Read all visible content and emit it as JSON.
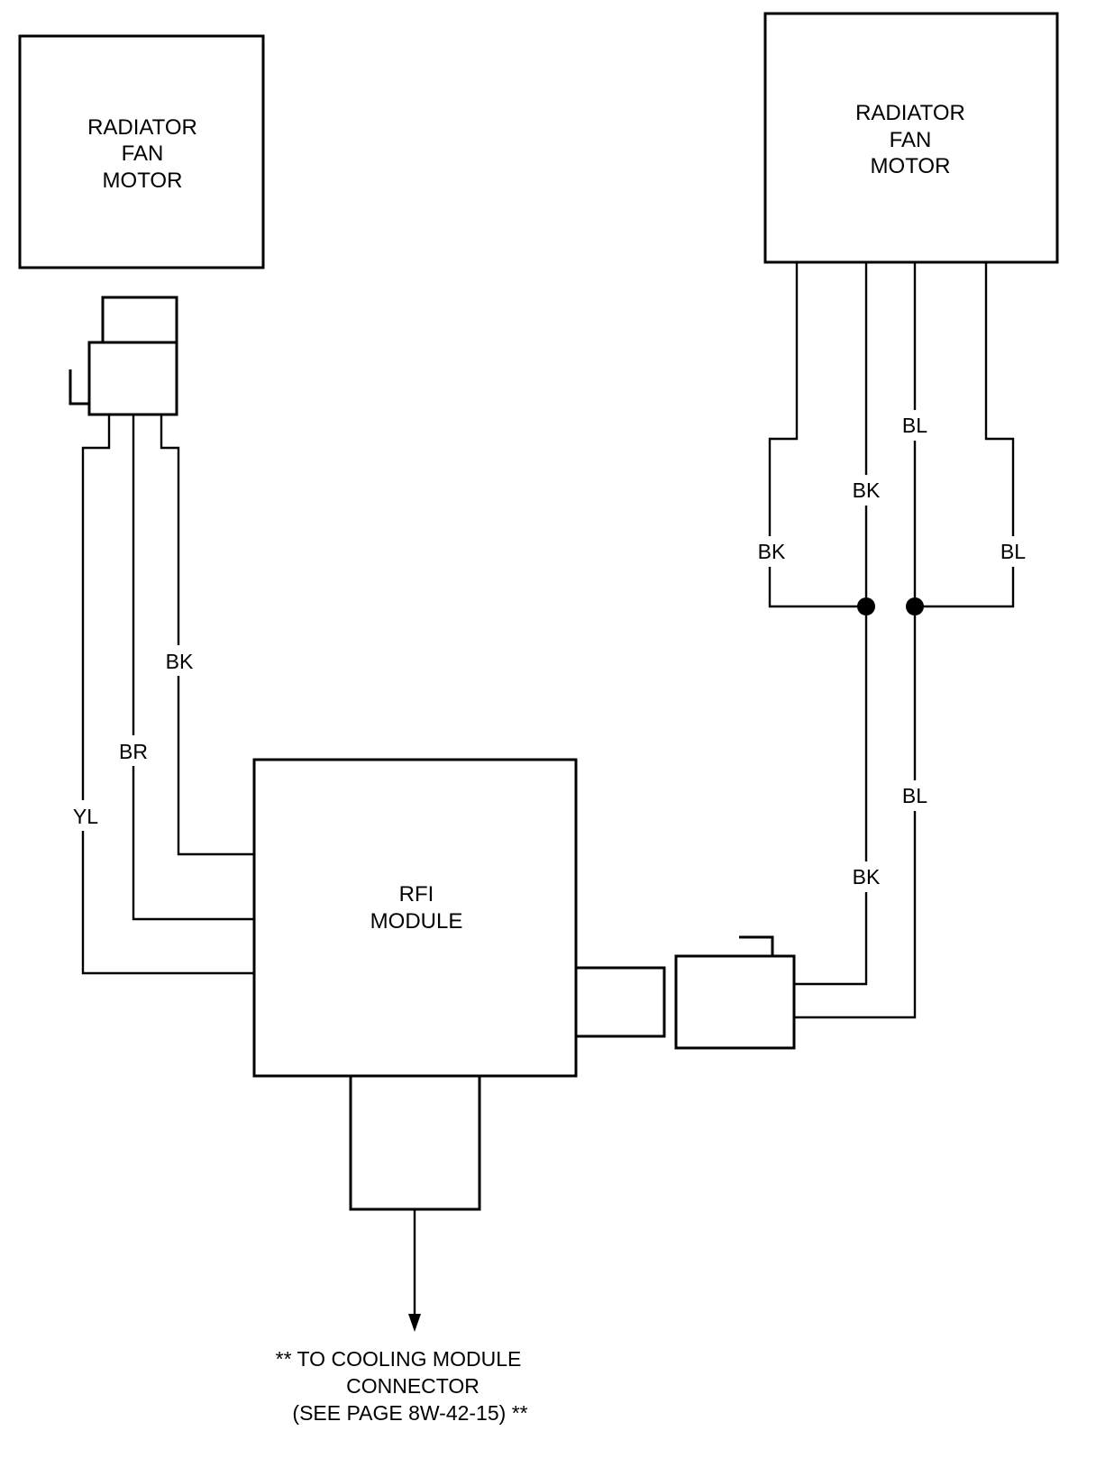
{
  "left_motor": {
    "lines": [
      "RADIATOR",
      "FAN",
      "MOTOR"
    ]
  },
  "right_motor": {
    "lines": [
      "RADIATOR",
      "FAN",
      "MOTOR"
    ]
  },
  "rfi_module": {
    "lines": [
      "RFI",
      "MODULE"
    ]
  },
  "wire_labels": {
    "left_bk": "BK",
    "left_br": "BR",
    "left_yl": "YL",
    "right_bl_top": "BL",
    "right_bk_mid": "BK",
    "right_bk_outer": "BK",
    "right_bl_outer": "BL",
    "right_bl_lower": "BL",
    "right_bk_lower": "BK"
  },
  "footnote": {
    "line1": "** TO COOLING MODULE",
    "line2": "CONNECTOR",
    "line3": "(SEE PAGE 8W-42-15) **"
  }
}
